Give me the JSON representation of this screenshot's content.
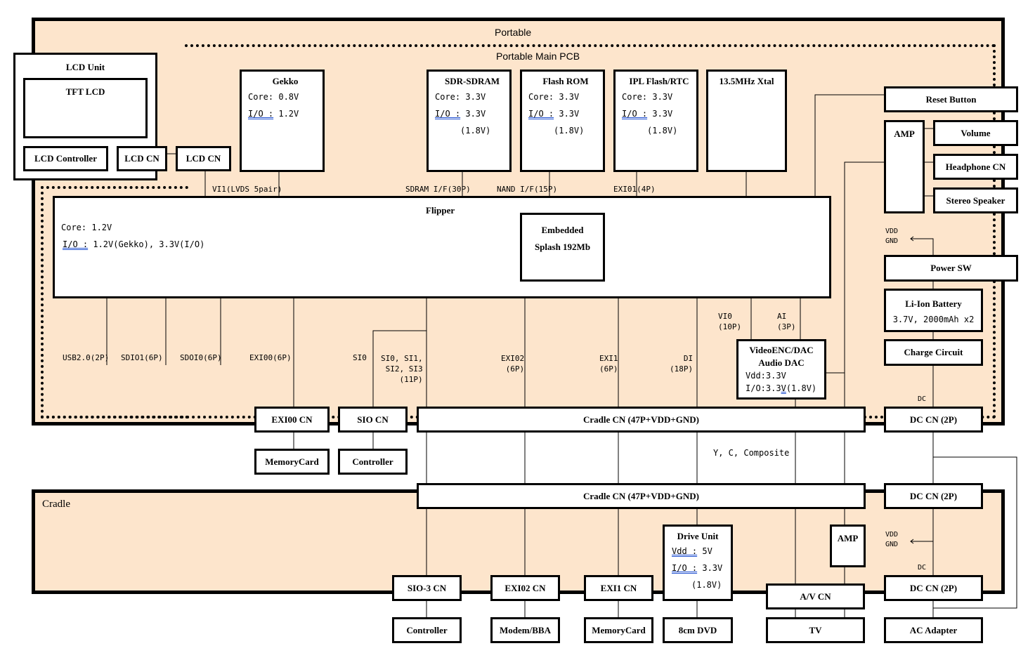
{
  "colors": {
    "region_fill": "#fde5cc",
    "stroke": "#000000",
    "underline": "#2050d0"
  },
  "portable": {
    "title": "Portable"
  },
  "main_pcb": {
    "title": "Portable Main PCB"
  },
  "lcd_unit": {
    "title": "LCD Unit",
    "tft": "TFT LCD",
    "controller": "LCD Controller",
    "cn_inner": "LCD CN"
  },
  "lcd_cn": "LCD CN",
  "gekko": {
    "title": "Gekko",
    "core": "Core: 0.8V",
    "io_label": "I/O :",
    "io_value": " 1.2V"
  },
  "sdram": {
    "title": "SDR-SDRAM",
    "core": "Core: 3.3V",
    "io_label": "I/O :",
    "io_value": " 3.3V",
    "io_alt": "(1.8V)"
  },
  "flash_rom": {
    "title": "Flash ROM",
    "core": "Core: 3.3V",
    "io_label": "I/O :",
    "io_value": " 3.3V",
    "io_alt": "(1.8V)"
  },
  "ipl": {
    "title": "IPL Flash/RTC",
    "core": "Core: 3.3V",
    "io_label": "I/O :",
    "io_value": " 3.3V",
    "io_alt": "(1.8V)"
  },
  "xtal": {
    "title": "13.5MHz Xtal"
  },
  "buses_top": {
    "vi1": "VI1(LVDS 5pair)",
    "sdram": "SDRAM I/F(30P)",
    "nand": "NAND I/F(15P)",
    "exi01": "EXI01(4P)"
  },
  "flipper": {
    "title": "Flipper",
    "core": "Core: 1.2V",
    "io_label": "I/O :",
    "io_value": " 1.2V(Gekko), 3.3V(I/O)",
    "embedded_line1": "Embedded",
    "embedded_line2": "Splash 192Mb"
  },
  "buses_bottom": {
    "usb": "USB2.0(2P)",
    "sdio1": "SDIO1(6P)",
    "sdio0": "SDOI0(6P)",
    "exi00": "EXI00(6P)",
    "si0": "SI0",
    "si_multi_1": "SI0, SI1,",
    "si_multi_2": "SI2, SI3",
    "si_multi_3": "(11P)",
    "exi02_1": "EXI02",
    "exi02_2": "(6P)",
    "exi1_1": "EXI1",
    "exi1_2": "(6P)",
    "di_1": "DI",
    "di_2": "(18P)",
    "vi0_1": "VI0",
    "vi0_2": "(10P)",
    "ai_1": "AI",
    "ai_2": "(3P)"
  },
  "video_enc": {
    "title1": "VideoENC/DAC",
    "title2": "Audio DAC",
    "vdd": "Vdd:3.3V",
    "io_a": "I/O:3.3",
    "io_b": "V",
    "io_c": "(1.8V)"
  },
  "right_side": {
    "reset": "Reset Button",
    "amp": "AMP",
    "volume": "Volume",
    "headphone": "Headphone CN",
    "speaker": "Stereo Speaker",
    "vdd": "VDD",
    "gnd": "GND",
    "power_sw": "Power SW",
    "battery_title": "Li-Ion Battery",
    "battery_spec": "3.7V, 2000mAh x2",
    "charge": "Charge Circuit",
    "dc": "DC",
    "dc_cn": "DC CN (2P)"
  },
  "portable_connectors": {
    "exi00_cn": "EXI00 CN",
    "sio_cn": "SIO CN",
    "cradle_cn": "Cradle CN (47P+VDD+GND)",
    "dc_cn": "DC CN (2P)"
  },
  "portable_external": {
    "memorycard": "MemoryCard",
    "controller": "Controller"
  },
  "mid_label": "Y, C, Composite",
  "cradle": {
    "title": "Cradle",
    "cradle_cn": "Cradle CN (47P+VDD+GND)",
    "dc_cn_top": "DC CN (2P)",
    "drive_title": "Drive Unit",
    "drive_vdd_label": "Vdd :",
    "drive_vdd_value": " 5V",
    "drive_io_label": "I/O :",
    "drive_io_value": " 3.3V",
    "drive_io_alt": "(1.8V)",
    "amp": "AMP",
    "vdd": "VDD",
    "gnd": "GND",
    "dc": "DC",
    "sio3_cn": "SIO-3 CN",
    "exi02_cn": "EXI02 CN",
    "exi1_cn": "EXI1 CN",
    "av_cn": "A/V CN",
    "dc_cn_bottom": "DC CN (2P)"
  },
  "cradle_external": {
    "controller": "Controller",
    "modem": "Modem/BBA",
    "memorycard": "MemoryCard",
    "dvd": "8cm DVD",
    "tv": "TV",
    "ac": "AC Adapter"
  }
}
